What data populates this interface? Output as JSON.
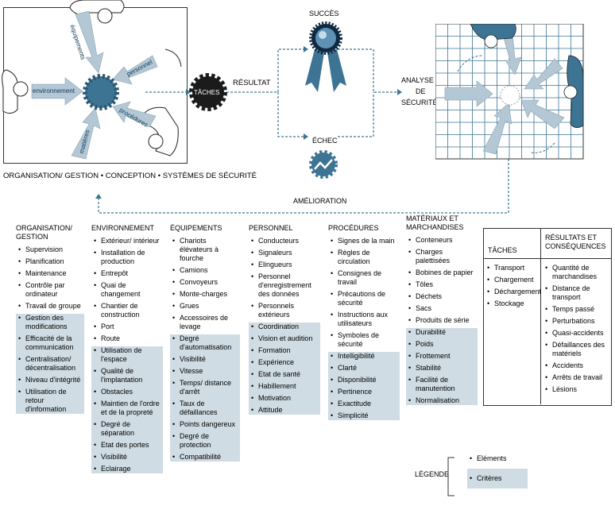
{
  "top": {
    "left_group": {
      "arrows": [
        "équipements",
        "personnel",
        "environnement",
        "procédures",
        "matières"
      ],
      "caption": "ORGANISATION/ GESTION • CONCEPTION • SYSTÈMES DE SÉCURITÉ"
    },
    "taches_gear": "TÂCHES",
    "resultat": "RÉSULTAT",
    "succes": "SUCCÈS",
    "echec": "ÉCHEC",
    "analyse": [
      "ANALYSE",
      "DE",
      "SÉCURITÉ"
    ],
    "amelioration": "AMÉLIORATION"
  },
  "columns": [
    {
      "heading": [
        "ORGANISATION/",
        "GESTION"
      ],
      "elements": [
        "Supervision",
        "Planification",
        "Maintenance",
        "Contrôle par ordinateur",
        "Travail de groupe"
      ],
      "criteria": [
        "Gestion des modifications",
        "Efficacité de la communication",
        "Centralisation/ décentralisation",
        "Niveau d'intégrité",
        "Utilisation de retour d'information"
      ]
    },
    {
      "heading": [
        "ENVIRONNEMENT"
      ],
      "elements": [
        "Extérieur/ intérieur",
        "Installation de production",
        "Entrepôt",
        "Quai de changement",
        "Chantier de construction",
        "Port",
        "Route"
      ],
      "criteria": [
        "Utilisation de l'espace",
        "Qualité de l'implantation",
        "Obstacles",
        "Maintien de l'ordre et de la propreté",
        "Degré de séparation",
        "Etat des portes",
        "Visibilité",
        "Eclairage"
      ]
    },
    {
      "heading": [
        "ÉQUIPEMENTS"
      ],
      "elements": [
        "Chariots élévateurs à fourche",
        "Camions",
        "Convoyeurs",
        "Monte-charges",
        "Grues",
        "Accessoires de levage"
      ],
      "criteria": [
        "Degré d'automatisation",
        "Visibilité",
        "Vitesse",
        "Temps/ distance d'arrêt",
        "Taux de défaillances",
        "Points dangereux",
        "Degré de protection",
        "Compatibilité"
      ]
    },
    {
      "heading": [
        "PERSONNEL"
      ],
      "elements": [
        "Conducteurs",
        "Signaleurs",
        "Elingueurs",
        "Personnel d'enregistrement des données",
        "Personnels extérieurs"
      ],
      "criteria": [
        "Coordination",
        "Vision et audition",
        "Formation",
        "Expérience",
        "Etat de santé",
        "Habillement",
        "Motivation",
        "Attitude"
      ]
    },
    {
      "heading": [
        "PROCÉDURES"
      ],
      "elements": [
        "Signes de la main",
        "Règles de circulation",
        "Consignes de travail",
        "Précautions de sécurité",
        "Instructions aux utilisateurs",
        "Symboles de sécurité"
      ],
      "criteria": [
        "Intelligibilité",
        "Clarté",
        "Disponibilité",
        "Pertinence",
        "Exactitude",
        "Simplicité"
      ]
    },
    {
      "heading": [
        "MATÉRIAUX ET",
        "MARCHANDISES"
      ],
      "elements": [
        "Conteneurs",
        "Charges palettisées",
        "Bobines de papier",
        "Tôles",
        "Déchets",
        "Sacs",
        "Produits de série"
      ],
      "criteria": [
        "Durabilité",
        "Poids",
        "Frottement",
        "Stabilité",
        "Facilité de manutention",
        "Normalisation"
      ]
    }
  ],
  "results_table": {
    "header_left": "TÂCHES",
    "header_right": [
      "RÉSULTATS ET",
      "CONSÉQUENCES"
    ],
    "taches": [
      "Transport",
      "Chargement",
      "Déchargement",
      "Stockage"
    ],
    "resultats": [
      "Quantité de marchandises",
      "Distance de transport",
      "Temps passé",
      "Perturbations",
      "Quasi-accidents",
      "Défaillances des matériels",
      "Accidents",
      "Arrêts de travail",
      "Lésions"
    ]
  },
  "legend": {
    "title": "LÉGENDE",
    "elements": "Eléments",
    "criteres": "Critères"
  },
  "colors": {
    "accent": "#3d7493",
    "arrow": "#b3c7d5",
    "shade": "#cfdce3",
    "dark": "#1d1d1d"
  }
}
